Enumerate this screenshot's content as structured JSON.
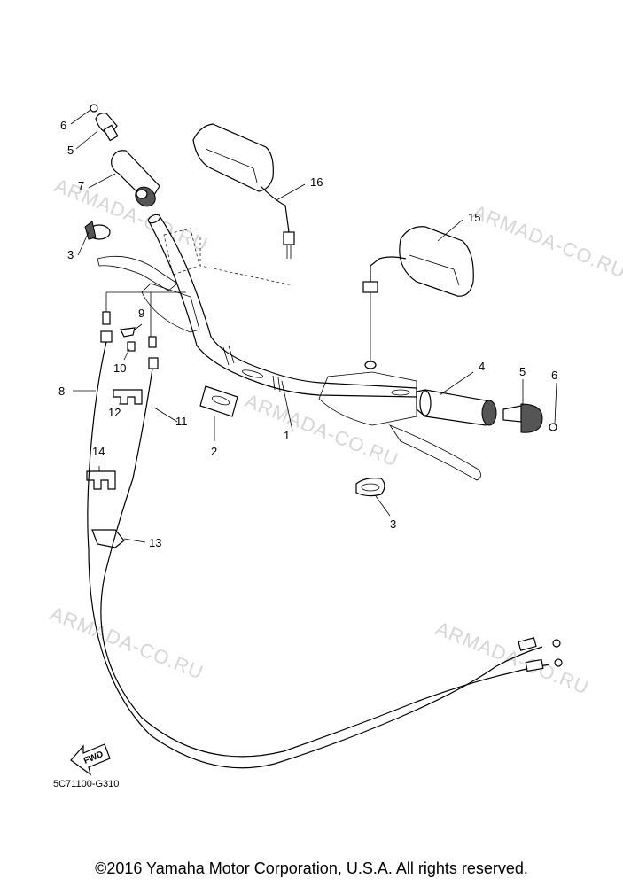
{
  "diagram": {
    "watermark": "ARMADA-CO.RU",
    "reference_code": "5C71100-G310",
    "fwd_label": "FWD",
    "parts": [
      {
        "num": "1",
        "name": "handlebar"
      },
      {
        "num": "2",
        "name": "holder"
      },
      {
        "num": "3",
        "name": "grommet"
      },
      {
        "num": "3",
        "name": "grommet"
      },
      {
        "num": "4",
        "name": "grip"
      },
      {
        "num": "5",
        "name": "balancer-weight"
      },
      {
        "num": "5",
        "name": "balancer-weight"
      },
      {
        "num": "6",
        "name": "screw"
      },
      {
        "num": "6",
        "name": "screw"
      },
      {
        "num": "7",
        "name": "throttle-grip"
      },
      {
        "num": "8",
        "name": "throttle-cable-1"
      },
      {
        "num": "9",
        "name": "clip"
      },
      {
        "num": "10",
        "name": "screw"
      },
      {
        "num": "11",
        "name": "throttle-cable-2"
      },
      {
        "num": "12",
        "name": "cable-clamp"
      },
      {
        "num": "13",
        "name": "cable-band"
      },
      {
        "num": "14",
        "name": "cable-clamp"
      },
      {
        "num": "15",
        "name": "rear-view-mirror-right"
      },
      {
        "num": "16",
        "name": "rear-view-mirror-left"
      }
    ]
  },
  "copyright": "©2016 Yamaha Motor Corporation, U.S.A. All rights reserved."
}
